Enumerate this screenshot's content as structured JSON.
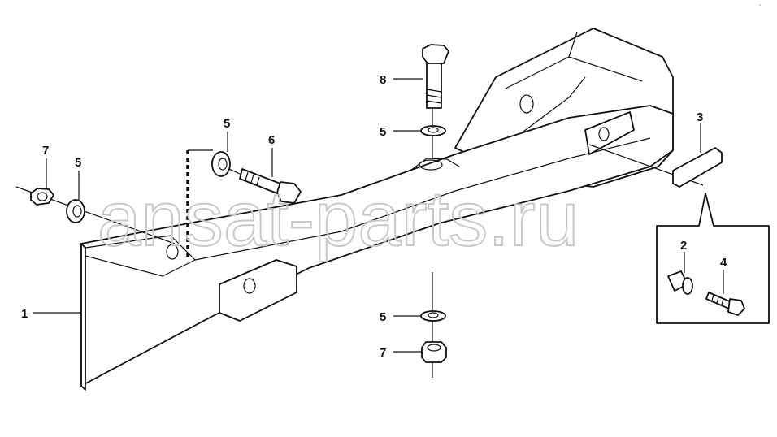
{
  "diagram": {
    "watermark": "ansat-parts.ru",
    "image_code": "° ",
    "callouts": [
      {
        "id": "label-1",
        "text": "1"
      },
      {
        "id": "label-2",
        "text": "2"
      },
      {
        "id": "label-3",
        "text": "3"
      },
      {
        "id": "label-4",
        "text": "4"
      },
      {
        "id": "label-5-a",
        "text": "5"
      },
      {
        "id": "label-5-b",
        "text": "5"
      },
      {
        "id": "label-5-c",
        "text": "5"
      },
      {
        "id": "label-5-d",
        "text": "5"
      },
      {
        "id": "label-6",
        "text": "6"
      },
      {
        "id": "label-7-a",
        "text": "7"
      },
      {
        "id": "label-7-b",
        "text": "7"
      },
      {
        "id": "label-8",
        "text": "8"
      }
    ]
  }
}
